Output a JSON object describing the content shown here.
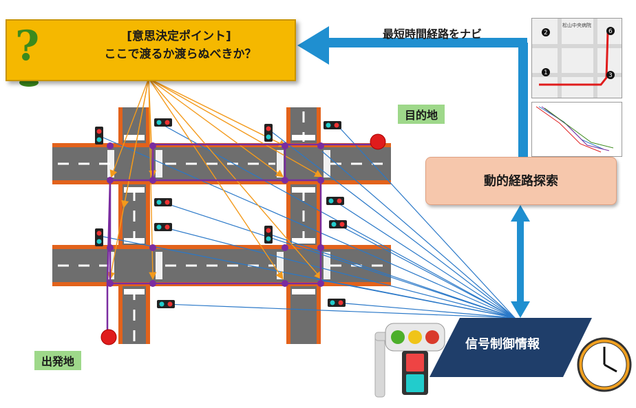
{
  "decision": {
    "title": "[意思決定ポイント]",
    "question": "ここで渡るか渡らぬべきか？",
    "icon_glyph": "?"
  },
  "navi_label": "最短時間経路をナビ",
  "dynamic_route_label": "動的経路探索",
  "signal_info_label": "信号制御情報",
  "destination_label": "目的地",
  "origin_label": "出発地",
  "map": {
    "markers": [
      "1",
      "2",
      "3",
      "6"
    ],
    "landmark_text": "松山中央病院"
  },
  "colors": {
    "road": "#6e6e6e",
    "road_border": "#e2621b",
    "route_purple": "#7a2ca0",
    "decision_arrow_orange": "#f39a1c",
    "signal_link_blue": "#2a78c8",
    "flow_arrow_blue": "#1f8fd0",
    "decision_box": "#f5b800",
    "dynamic_box": "#f6c7ac",
    "signal_info_box": "#1f3e6a",
    "pin_red": "#e01c1c",
    "label_green": "#9ed88a"
  },
  "icons": [
    "question-mark-icon",
    "traffic-light-icon",
    "pedestrian-signal-icon",
    "clock-icon",
    "location-pin-icon"
  ]
}
